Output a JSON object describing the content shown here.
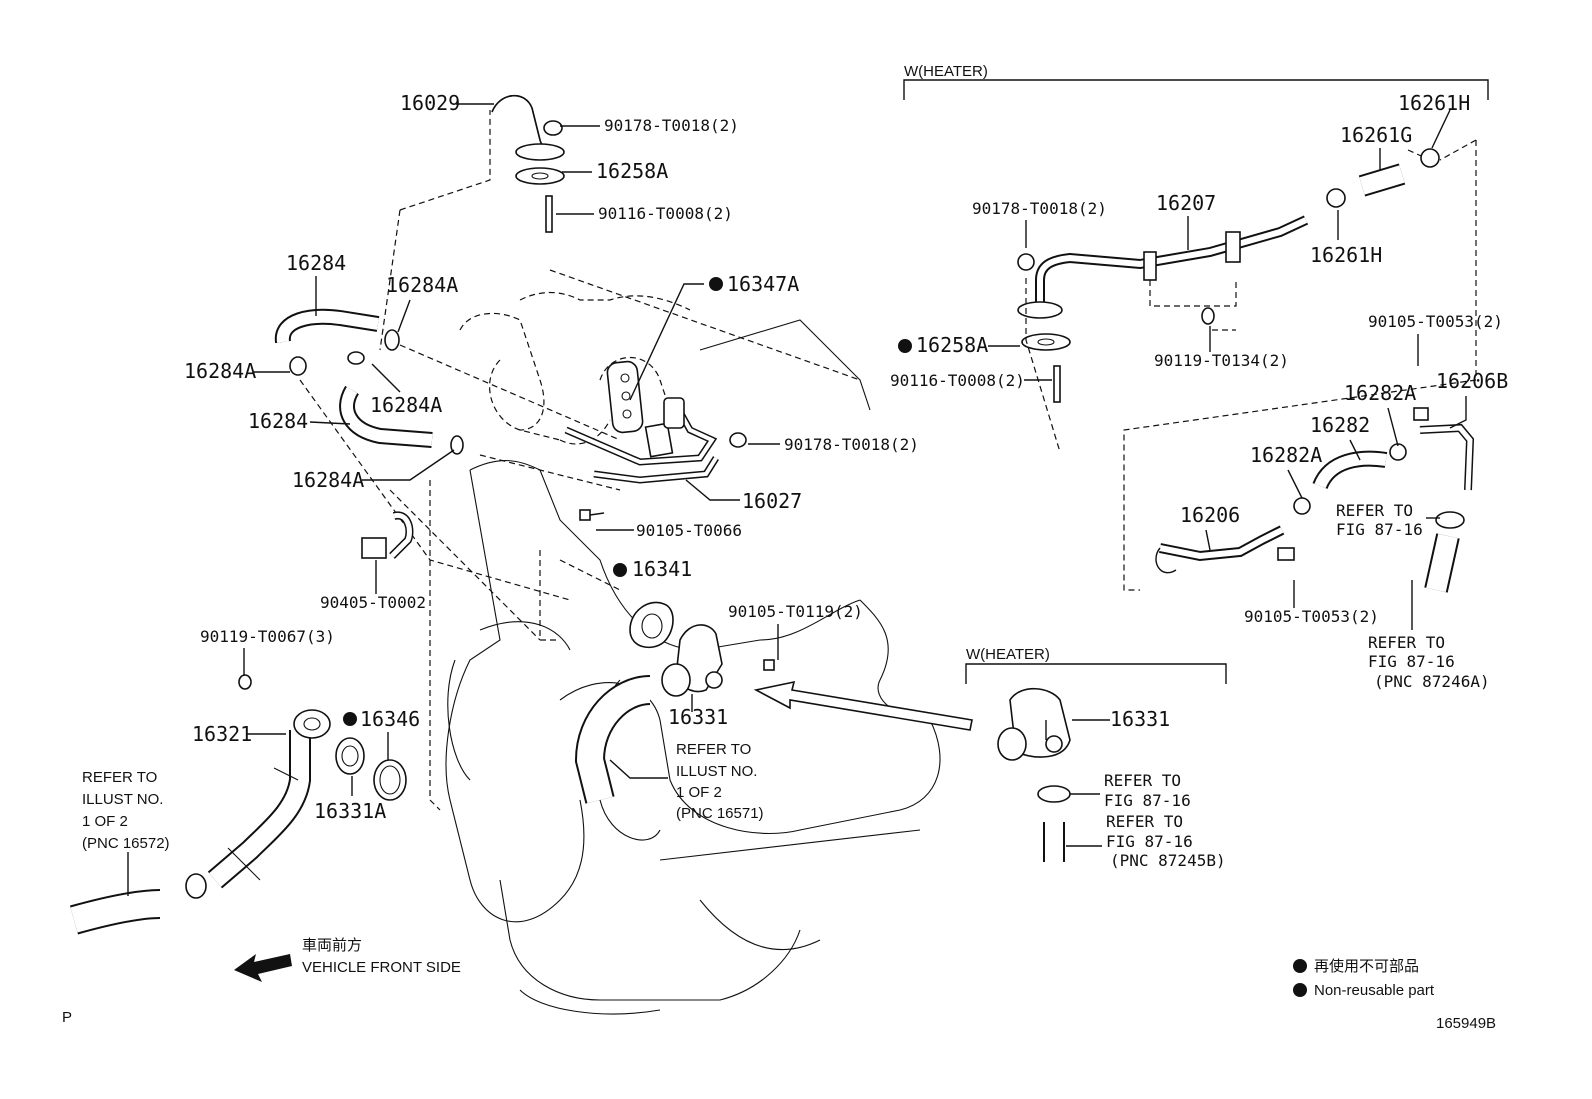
{
  "parts": {
    "p16029": "16029",
    "p90178_1": "90178-T0018(2)",
    "p16258A_1": "16258A",
    "p90116_1": "90116-T0008(2)",
    "p16284_1": "16284",
    "p16284A_1": "16284A",
    "p16347A": "16347A",
    "p16284A_2": "16284A",
    "p16284A_3": "16284A",
    "p16284_2": "16284",
    "p90178_2": "90178-T0018(2)",
    "p16284A_4": "16284A",
    "p16027": "16027",
    "p90105_T0066": "90105-T0066",
    "p16341": "16341",
    "p90405": "90405-T0002",
    "p90105_T0119": "90105-T0119(2)",
    "p90119_T0067": "90119-T0067(3)",
    "p16346": "16346",
    "p16321": "16321",
    "p16331_1": "16331",
    "p16331A": "16331A",
    "p90178_3": "90178-T0018(2)",
    "p16207": "16207",
    "p16261H_1": "16261H",
    "p16261G": "16261G",
    "p16261H_2": "16261H",
    "p16258A_2": "16258A",
    "p90116_2": "90116-T0008(2)",
    "p90119_T0134": "90119-T0134(2)",
    "p90105_T0053_1": "90105-T0053(2)",
    "p16282A_1": "16282A",
    "p16206B": "16206B",
    "p16282": "16282",
    "p16282A_2": "16282A",
    "p16206": "16206",
    "p90105_T0053_2": "90105-T0053(2)",
    "p16331_2": "16331"
  },
  "headers": {
    "heater_top": "W(HEATER)",
    "heater_mid": "W(HEATER)"
  },
  "refs": {
    "r_fig_8716_a1": "REFER TO",
    "r_fig_8716_a2": "FIG 87-16",
    "r_fig_8716_b1": "REFER TO",
    "r_fig_8716_b2": "FIG 87-16",
    "r_fig_8716_b3": "(PNC 87246A)",
    "r_fig_8716_c1": "REFER TO",
    "r_fig_8716_c2": "FIG 87-16",
    "r_fig_8716_d1": "REFER TO",
    "r_fig_8716_d2": "FIG 87-16",
    "r_fig_8716_d3": "(PNC 87245B)",
    "r_illust_a1": "REFER TO",
    "r_illust_a2": "ILLUST NO.",
    "r_illust_a3": "1 OF 2",
    "r_illust_a4": "(PNC 16571)",
    "r_illust_b1": "REFER TO",
    "r_illust_b2": "ILLUST NO.",
    "r_illust_b3": "1 OF 2",
    "r_illust_b4": "(PNC 16572)"
  },
  "front": {
    "jp": "車両前方",
    "en": "VEHICLE FRONT SIDE"
  },
  "legend": {
    "jp": "再使用不可部品",
    "en": "Non-reusable part"
  },
  "corner": {
    "left": "P",
    "right": "165949B"
  }
}
